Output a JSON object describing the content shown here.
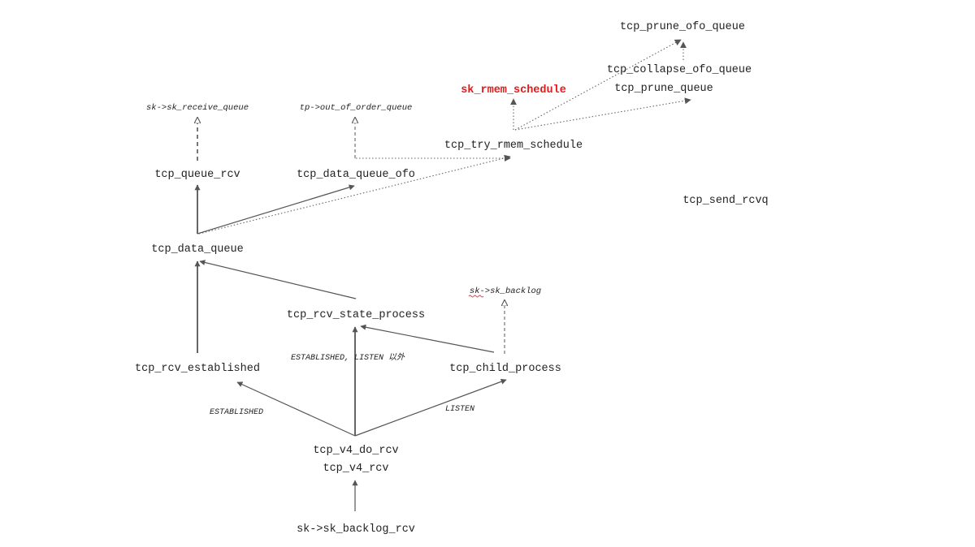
{
  "colors": {
    "edge": "#555555",
    "text": "#222222",
    "highlight": "#e21b1b",
    "spellcheck": "#e53935"
  },
  "nodes": {
    "tcp_prune_ofo_queue": "tcp_prune_ofo_queue",
    "tcp_collapse_ofo_queue": "tcp_collapse_ofo_queue",
    "tcp_prune_queue": "tcp_prune_queue",
    "sk_rmem_schedule": "sk_rmem_schedule",
    "sk_receive_queue": "sk->sk_receive_queue",
    "out_of_order_queue": "tp->out_of_order_queue",
    "tcp_try_rmem_schedule": "tcp_try_rmem_schedule",
    "tcp_queue_rcv": "tcp_queue_rcv",
    "tcp_data_queue_ofo": "tcp_data_queue_ofo",
    "tcp_send_rcvq": "tcp_send_rcvq",
    "tcp_data_queue": "tcp_data_queue",
    "sk_backlog": "sk->sk_backlog",
    "tcp_rcv_state_process": "tcp_rcv_state_process",
    "tcp_rcv_established": "tcp_rcv_established",
    "tcp_child_process": "tcp_child_process",
    "tcp_v4_do_rcv": "tcp_v4_do_rcv",
    "tcp_v4_rcv": "tcp_v4_rcv",
    "sk_backlog_rcv": "sk->sk_backlog_rcv"
  },
  "edge_labels": {
    "established_listen_other": "ESTABLISHED, LISTEN 以外",
    "established": "ESTABLISHED",
    "listen": "LISTEN"
  }
}
